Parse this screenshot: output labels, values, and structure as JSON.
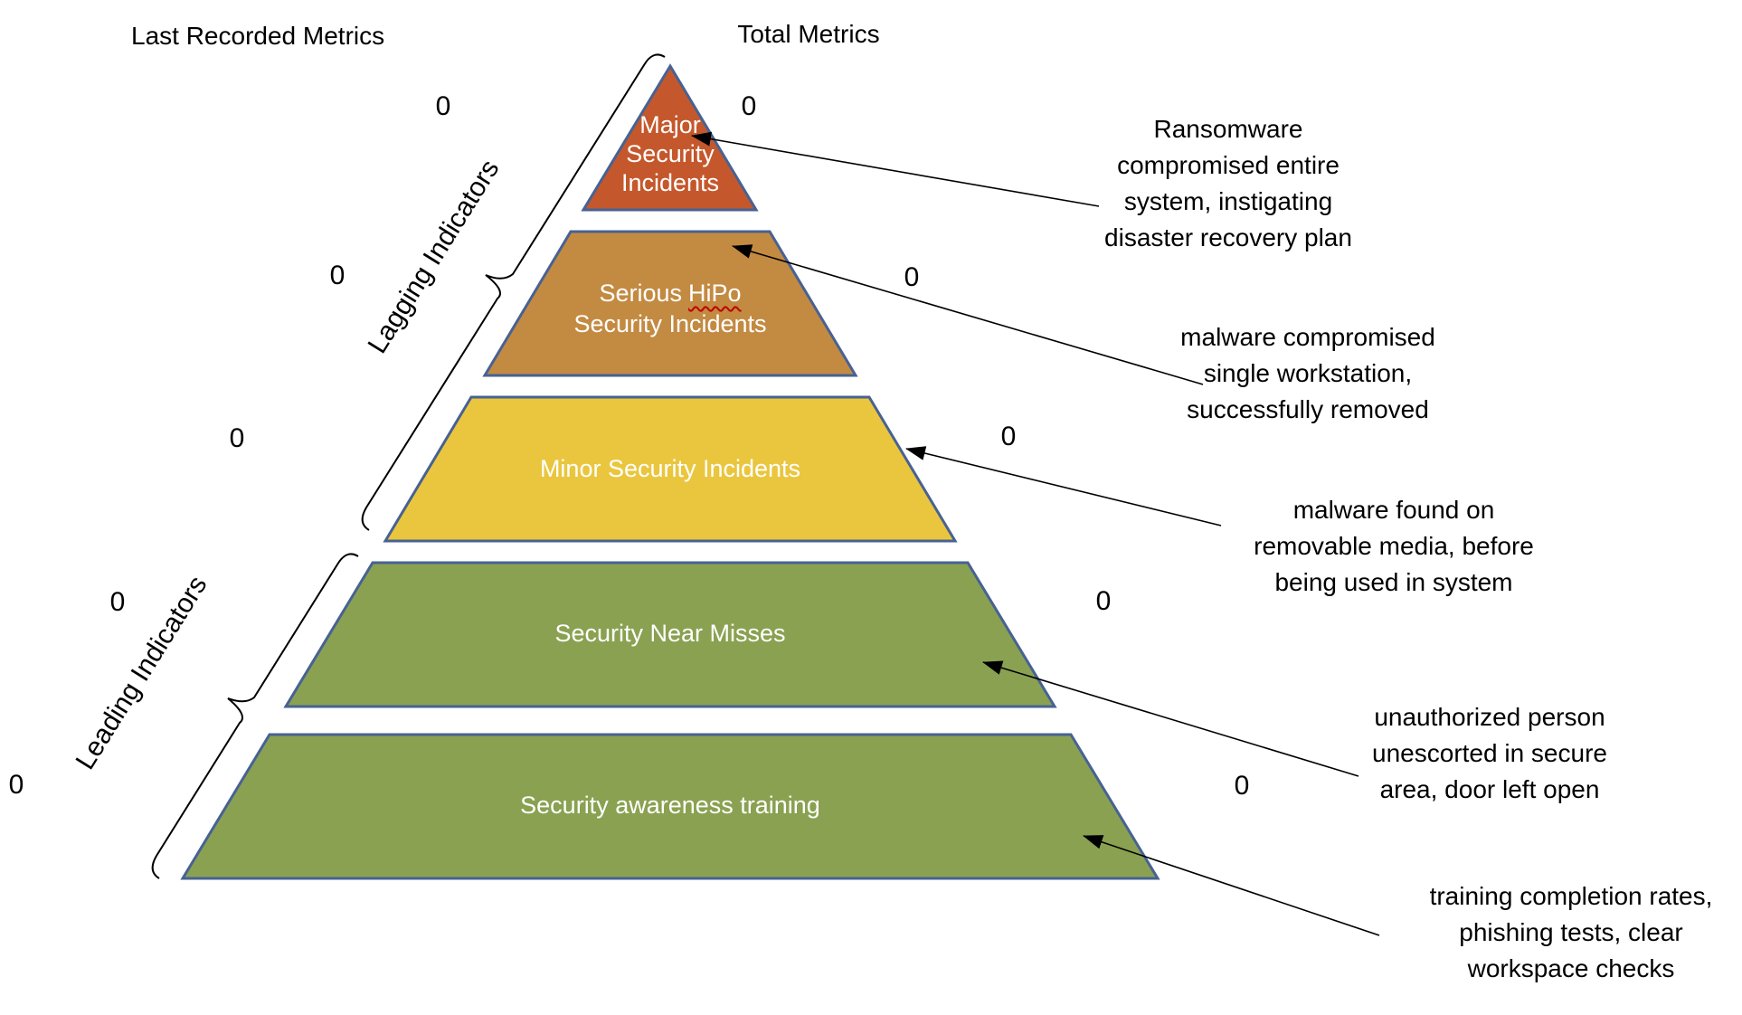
{
  "headers": {
    "last_recorded": "Last Recorded Metrics",
    "total_metrics": "Total Metrics"
  },
  "brackets": {
    "lagging": "Lagging Indicators",
    "leading": "Leading Indicators"
  },
  "colors": {
    "outline": "#476293",
    "level1": "#C4582C",
    "level2": "#C38A42",
    "level3": "#EAC63E",
    "level4": "#8AA151",
    "level5": "#8AA151",
    "arrow": "#000000",
    "bracket": "#000000"
  },
  "levels": [
    {
      "id": "major-security-incidents",
      "lines": [
        "Major",
        "Security",
        "Incidents"
      ],
      "last_recorded": "0",
      "total": "0"
    },
    {
      "id": "serious-hipo-security-incidents",
      "label_pre": "Serious",
      "label_squiggle": "HiPo",
      "label_line2": "Security Incidents",
      "last_recorded": "0",
      "total": "0"
    },
    {
      "id": "minor-security-incidents",
      "label": "Minor Security Incidents",
      "last_recorded": "0",
      "total": "0"
    },
    {
      "id": "security-near-misses",
      "label": "Security Near Misses",
      "last_recorded": "0",
      "total": "0"
    },
    {
      "id": "security-awareness-training",
      "label": "Security awareness training",
      "last_recorded": "0",
      "total": "0"
    }
  ],
  "annotations": [
    {
      "lines": [
        "Ransomware",
        "compromised entire",
        "system, instigating",
        "disaster recovery plan"
      ]
    },
    {
      "lines": [
        "malware compromised",
        "single workstation,",
        "successfully removed"
      ]
    },
    {
      "lines": [
        "malware found on",
        "removable media, before",
        "being used in system"
      ]
    },
    {
      "lines": [
        "unauthorized person",
        "unescorted in secure",
        "area, door left open"
      ]
    },
    {
      "lines": [
        "training completion rates,",
        "phishing tests, clear",
        "workspace checks"
      ]
    }
  ]
}
